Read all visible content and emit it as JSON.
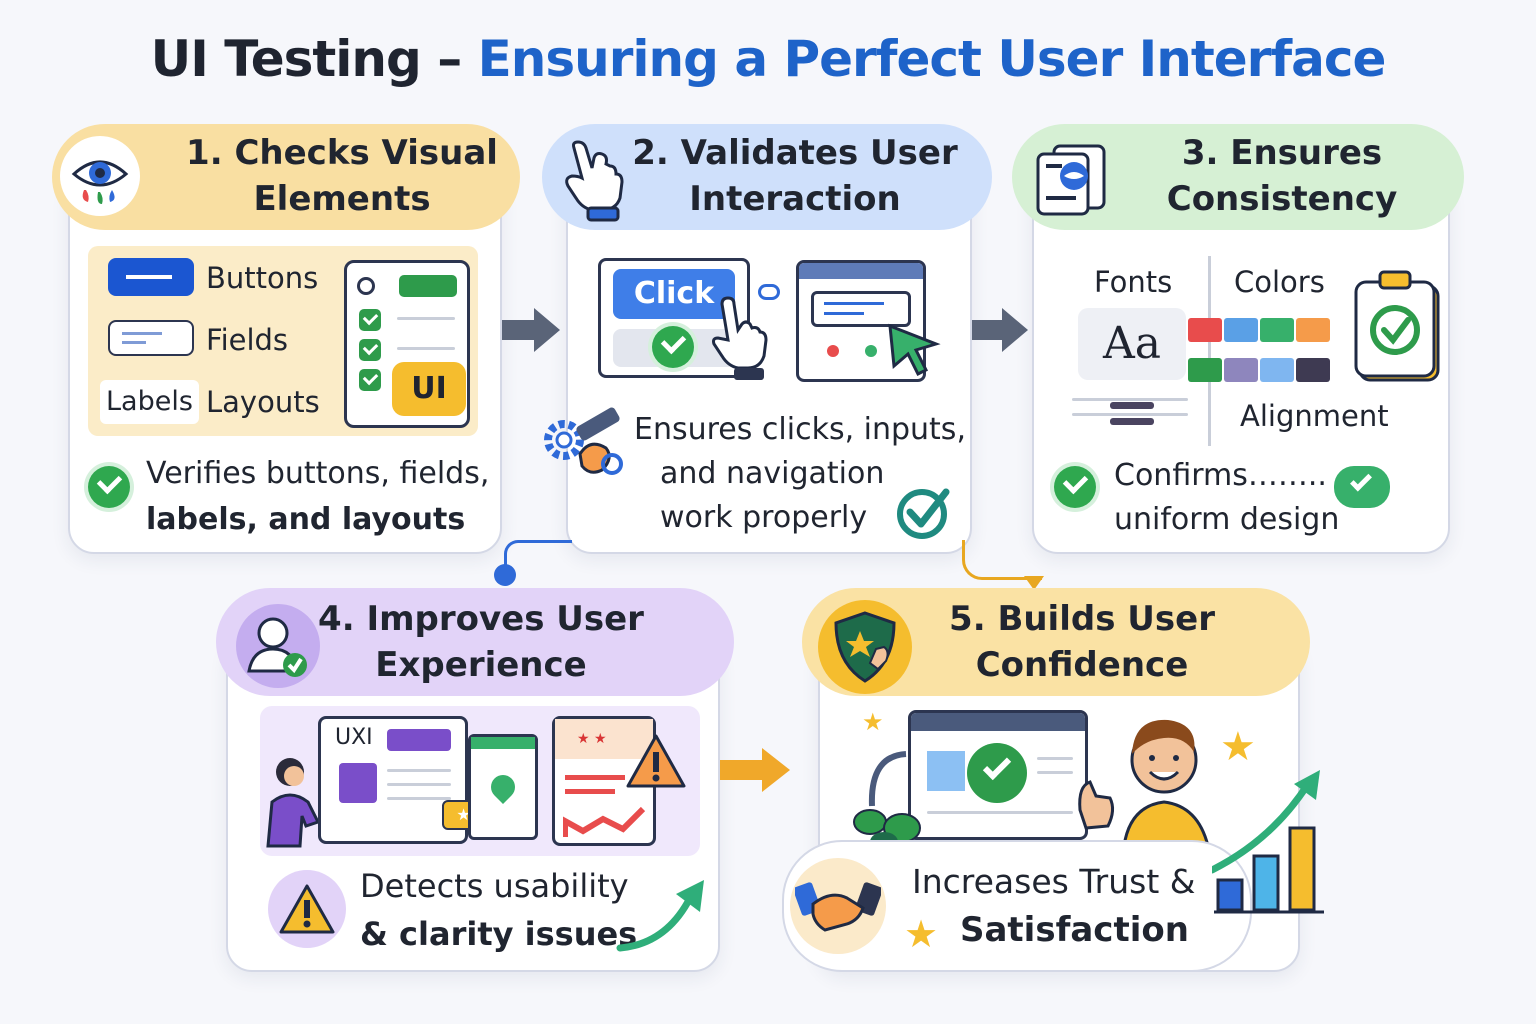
{
  "title": {
    "part1": "UI Testing –",
    "part2": "Ensuring a Perfect User Interface"
  },
  "cards": {
    "visual": {
      "heading_line1": "1. Checks Visual",
      "heading_line2": "Elements",
      "legend": {
        "buttons": "Buttons",
        "fields": "Fields",
        "labels": "Labels",
        "layouts": "Layouts"
      },
      "badge": "UI",
      "desc_line1": "Verifies buttons, fields,",
      "desc_line2": "labels, and layouts",
      "accent": "#f9dfa2"
    },
    "interaction": {
      "heading_line1": "2. Validates User",
      "heading_line2": "Interaction",
      "click_label": "Click",
      "desc_line1": "Ensures clicks, inputs,",
      "desc_line2": "and navigation",
      "desc_line3": "work properly",
      "accent": "#cfe0fb"
    },
    "consistency": {
      "heading_line1": "3. Ensures",
      "heading_line2": "Consistency",
      "fonts": "Fonts",
      "colors": "Colors",
      "sample": "Aa",
      "alignment": "Alignment",
      "desc_line1": "Confirms……..",
      "desc_line2": "uniform design",
      "swatches": [
        "#e84c4c",
        "#5aa0e6",
        "#37b06b",
        "#f59b4a",
        "#2e9b4b",
        "#8e86bd",
        "#7fb6f0",
        "#3e3a52"
      ],
      "accent": "#d6f0d4"
    },
    "experience": {
      "heading_line1": "4. Improves User",
      "heading_line2": "Experience",
      "uxi_label": "UXI",
      "desc_line1": "Detects usability",
      "desc_line2": "& clarity issues",
      "accent": "#e2d3f8"
    },
    "confidence": {
      "heading_line1": "5. Builds User",
      "heading_line2": "Confidence",
      "desc_line1": "Increases Trust &",
      "desc_line2": "Satisfaction",
      "accent": "#fae2a4"
    }
  },
  "icons": [
    "eye-icon",
    "hand-pointer-icon",
    "documents-icon",
    "user-check-icon",
    "shield-star-icon",
    "check-icon",
    "gear-icon",
    "warning-icon",
    "handshake-icon",
    "clipboard-check-icon",
    "bar-chart-icon",
    "trend-arrow-icon"
  ]
}
